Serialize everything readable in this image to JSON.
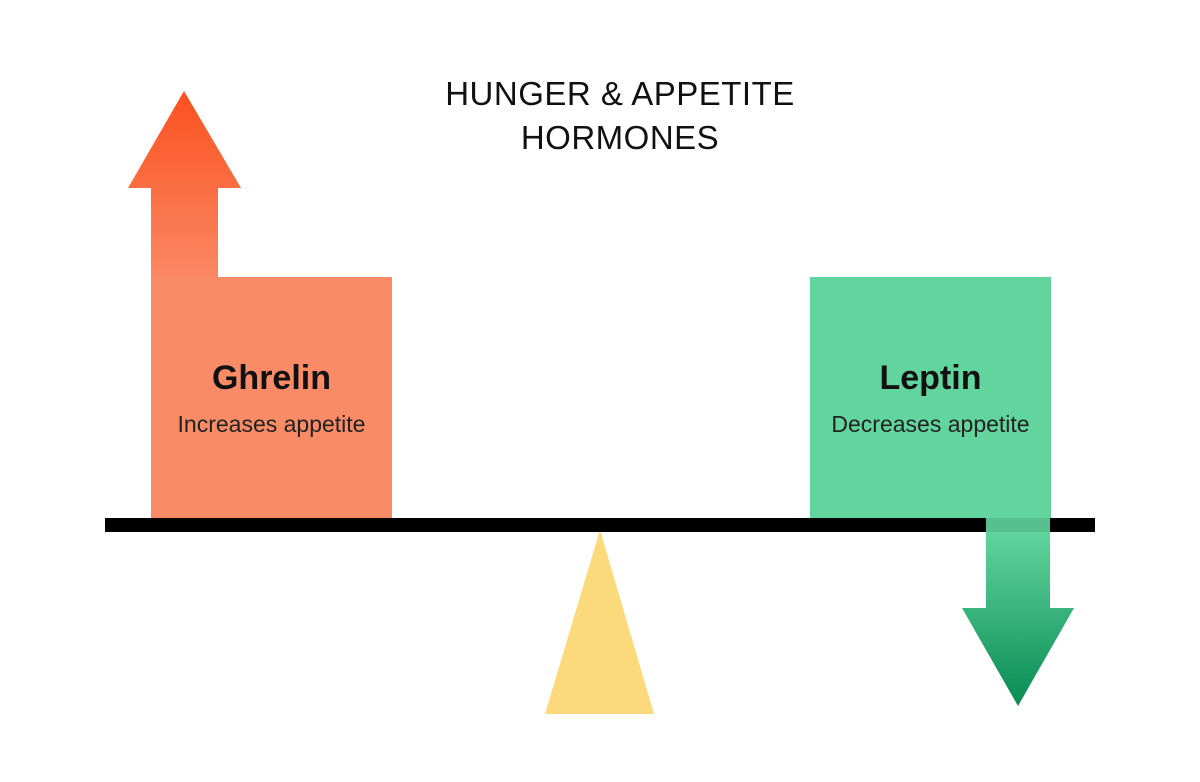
{
  "title": {
    "line1": "HUNGER & APPETITE",
    "line2": "HORMONES"
  },
  "ghrelin": {
    "name": "Ghrelin",
    "description": "Increases appetite",
    "arrow_direction": "up",
    "colors": {
      "box": "#F98C67",
      "arrow_top": "#FC5020",
      "arrow_bottom": "#F98C67"
    }
  },
  "leptin": {
    "name": "Leptin",
    "description": "Decreases appetite",
    "arrow_direction": "down",
    "colors": {
      "box": "#62D59E",
      "arrow_top": "#62D59E",
      "arrow_bottom": "#068B52"
    }
  },
  "scale": {
    "beam_color": "#000000",
    "fulcrum_color": "#FCD97A"
  }
}
